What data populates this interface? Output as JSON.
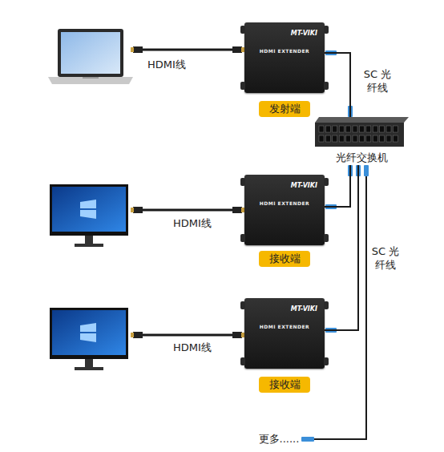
{
  "diagram": {
    "nodes": [
      {
        "text": [
          "MT-VIKI",
          "HDMI EXTENDER",
          "发射端"
        ]
      },
      {
        "text": [
          "光纤交换机"
        ]
      },
      {
        "text": [
          "MT-VIKI",
          "HDMI EXTENDER",
          "接收端"
        ]
      },
      {
        "text": [
          "MT-VIKI",
          "HDMI EXTENDER",
          "接收端"
        ]
      }
    ],
    "edges": [
      {
        "from": 0,
        "to": 1,
        "label": "SC 光纤线",
        "arrow": "none"
      },
      {
        "from": 1,
        "to": 2,
        "arrow": "none"
      },
      {
        "from": 1,
        "to": 3,
        "label": "SC 光纤线",
        "arrow": "none"
      }
    ],
    "labels": [
      "HDMI线",
      "HDMI线",
      "HDMI线",
      "更多......"
    ]
  }
}
